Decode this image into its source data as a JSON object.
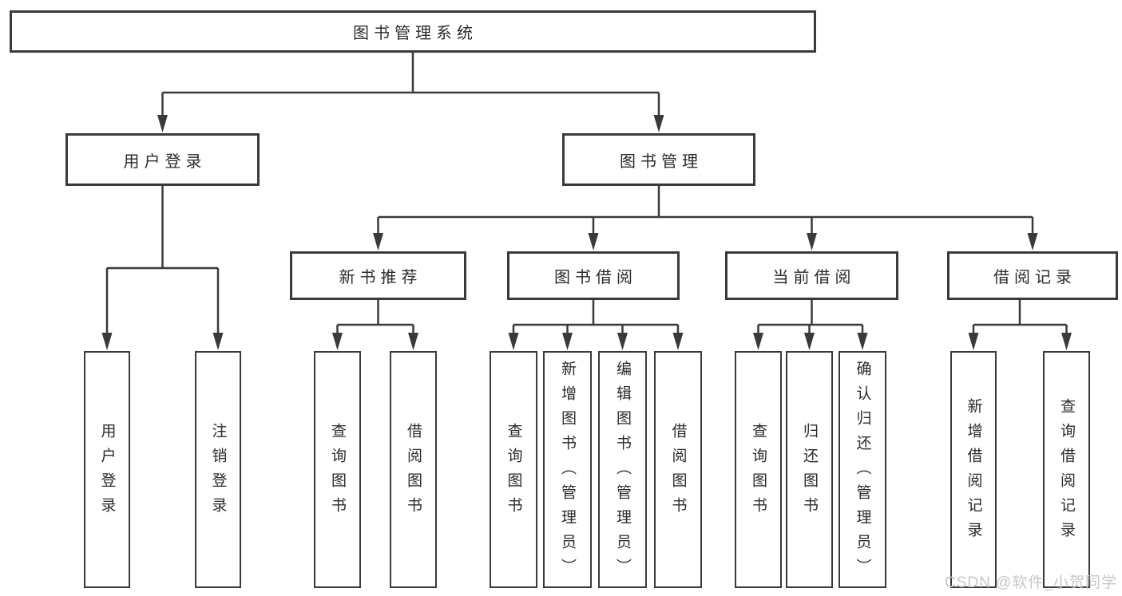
{
  "diagram": {
    "title": "图书管理系统",
    "level1": {
      "user_login": "用户登录",
      "book_management": "图书管理"
    },
    "level2": {
      "new_book_recommend": "新书推荐",
      "book_borrow": "图书借阅",
      "current_borrow": "当前借阅",
      "borrow_record": "借阅记录"
    },
    "leaves": {
      "user_login": "用户登录",
      "logout": "注销登录",
      "nb_query_book": "查询图书",
      "nb_borrow_book": "借阅图书",
      "bb_query_book": "查询图书",
      "bb_add_book": "新增图书（管理员）",
      "bb_edit_book": "编辑图书（管理员）",
      "bb_borrow_book": "借阅图书",
      "cb_query_book": "查询图书",
      "cb_return_book": "归还图书",
      "cb_confirm_return": "确认归还（管理员）",
      "br_add_record": "新增借阅记录",
      "br_query_record": "查询借阅记录"
    }
  },
  "colors": {
    "line": "#3a3a3a",
    "text": "#2b2b2b",
    "watermark": "#c7c7c7",
    "background": "#ffffff"
  },
  "watermark": "CSDN @软件_小贺同学"
}
